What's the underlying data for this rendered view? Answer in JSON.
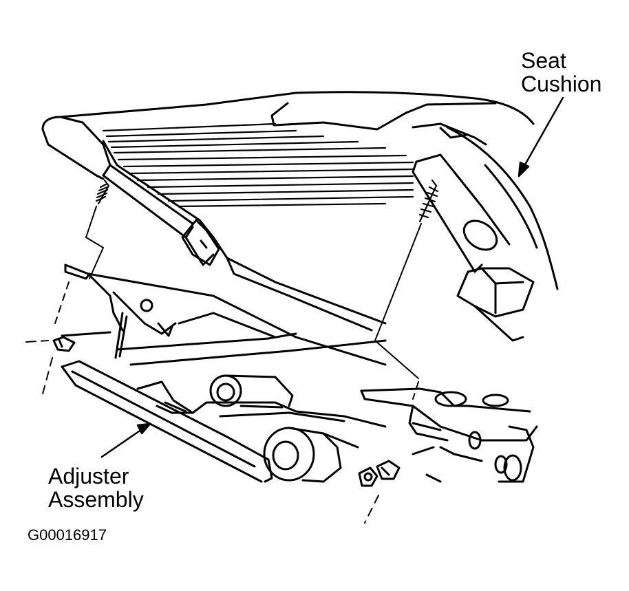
{
  "labels": {
    "seat_cushion": [
      "Seat",
      "Cushion"
    ],
    "adjuster_assembly": [
      "Adjuster",
      "Assembly"
    ]
  },
  "figure_id": "G00016917",
  "colors": {
    "ink": "#000000",
    "paper": "#ffffff"
  }
}
